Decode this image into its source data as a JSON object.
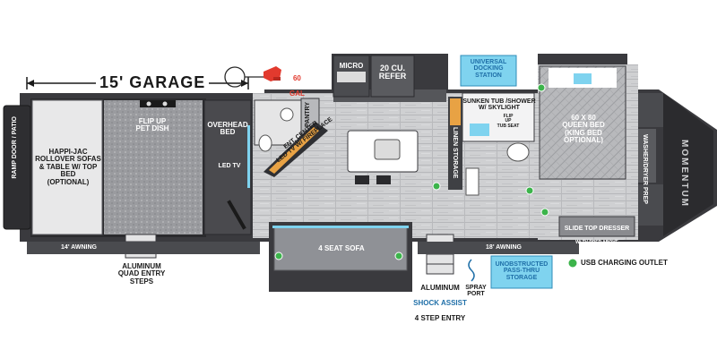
{
  "garage": {
    "title": "15' GARAGE"
  },
  "fuel": {
    "amount": "60",
    "unit": "GAL"
  },
  "labels": {
    "micro": "MICRO",
    "refer": "20 CU.\nREFER",
    "docking": "UNIVERSAL\nDOCKING\nSTATION",
    "flip_up": "FLIP UP\nPET DISH",
    "overhead": "OVERHEAD\nBED",
    "led_tv": "LED TV",
    "pantry": "PANTRY",
    "ent_center": "ENT. CENTER\nLED TV w/ FIREPLACE",
    "linen": "LINEN STORAGE",
    "tub": "SUNKEN TUB /SHOWER\nw/ SKYLIGHT",
    "flip_seat": "FLIP\nUP\nTUB SEAT",
    "queen": "60 x 80\nQUEEN BED\n(KING BED OPTIONAL)",
    "washer": "WASHER/DRYER\nPREP",
    "dresser": "SLIDE TOP DRESSER",
    "dresser_sub": "W/ TV PREP ABOVE",
    "sofas": "HAPPI-JAC\nROLLOVER SOFAS\n& TABLE w/ TOP BED\n(OPTIONAL)",
    "ramp": "RAMP DOOR / PATIO",
    "awning14": "14' AWNING",
    "awning18": "18' AWNING",
    "sofa4": "4 SEAT SOFA",
    "quad_steps": "ALUMINUM\nQUAD ENTRY\nSTEPS",
    "shock_1": "ALUMINUM",
    "shock_2": "SHOCK ASSIST",
    "shock_3": "4 STEP ENTRY",
    "spray": "SPRAY\nPORT",
    "pass_thru": "UNOBSTRUCTED\nPASS-THRU\nSTORAGE",
    "usb": "USB CHARGING OUTLET",
    "brand": "MOMENTUM"
  },
  "colors": {
    "wall": "#3a3a3e",
    "floor": "#c9cacc",
    "garage_floor": "#2b2b2e",
    "blue_accent": "#7fd3ef",
    "blue_text": "#1f6fa8",
    "usb_green": "#3cb44b",
    "fuel_red": "#e23a2e",
    "sofa_grey": "#8f9196"
  },
  "icons": [
    "fuel-pump-icon",
    "usb-outlet-icon",
    "kitchen-sink-icon",
    "toilet-icon"
  ]
}
